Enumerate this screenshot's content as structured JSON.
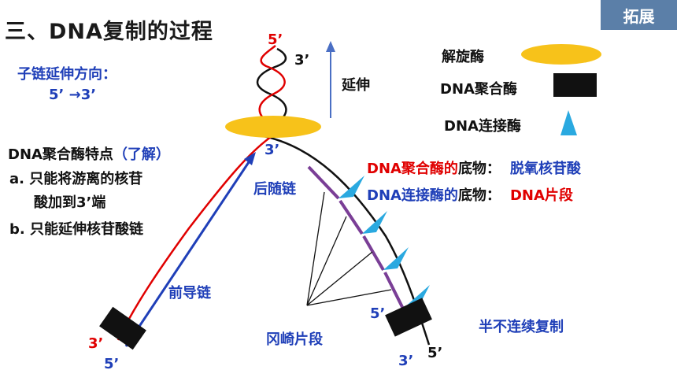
{
  "title": "三、DNA复制的过程",
  "badge": "拓展",
  "direction": {
    "line1": "子链延伸方向：",
    "line2": "5’ →3’"
  },
  "extend_label": "延伸",
  "legend": {
    "helicase": "解旋酶",
    "polymerase": "DNA聚合酶",
    "ligase": "DNA连接酶"
  },
  "features": {
    "title_black": "DNA聚合酶特点",
    "title_blue": "（了解）",
    "a1": "a. 只能将游离的核苷",
    "a2": "酸加到3’端",
    "b": "b. 只能延伸核苷酸链"
  },
  "substrates": {
    "poly_label": "DNA聚合酶的",
    "poly_suffix": "底物：",
    "poly_value": "脱氧核苷酸",
    "lig_label": "DNA连接酶的",
    "lig_suffix": "底物：",
    "lig_value": "DNA片段"
  },
  "strand_labels": {
    "lagging": "后随链",
    "leading": "前导链",
    "okazaki": "冈崎片段",
    "semi": "半不连续复制"
  },
  "ends": {
    "top5": "5’",
    "top3": "3’",
    "fork3": "3’",
    "left3": "3’",
    "left5": "5’",
    "right5_frag": "5’",
    "right3": "3’",
    "right5": "5’"
  },
  "colors": {
    "red": "#e00000",
    "blue": "#1f3fb8",
    "purple": "#7a3e96",
    "helicase": "#f7c21a",
    "ligase": "#2aa9e0"
  }
}
